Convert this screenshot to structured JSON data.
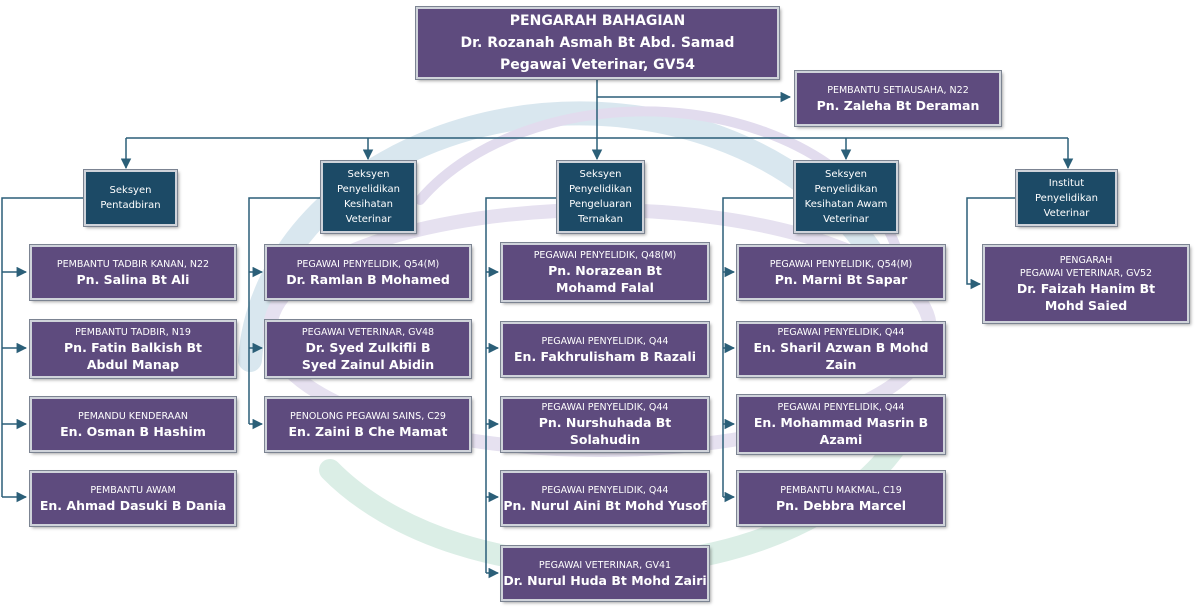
{
  "head": {
    "lines": "PENGARAH BAHAGIAN\nDr. Rozanah Asmah Bt Abd. Samad\nPegawai Veterinar, GV54"
  },
  "assistant": {
    "title": "PEMBANTU SETIAUSAHA, N22",
    "name": "Pn. Zaleha Bt Deraman"
  },
  "sections": [
    {
      "label": "Seksyen\nPentadbiran",
      "staff": [
        {
          "title": "PEMBANTU TADBIR KANAN, N22",
          "name": "Pn. Salina Bt Ali"
        },
        {
          "title": "PEMBANTU TADBIR, N19",
          "name": "Pn. Fatin Balkish Bt\nAbdul Manap"
        },
        {
          "title": "PEMANDU KENDERAAN",
          "name": "En. Osman B Hashim"
        },
        {
          "title": "PEMBANTU AWAM",
          "name": "En. Ahmad Dasuki B Dania"
        }
      ]
    },
    {
      "label": "Seksyen\nPenyelidikan\nKesihatan\nVeterinar",
      "staff": [
        {
          "title": "PEGAWAI PENYELIDIK, Q54(M)",
          "name": "Dr. Ramlan B Mohamed"
        },
        {
          "title": "PEGAWAI VETERINAR, GV48",
          "name": "Dr. Syed Zulkifli B\nSyed Zainul Abidin"
        },
        {
          "title": "PENOLONG PEGAWAI SAINS, C29",
          "name": "En. Zaini B Che Mamat"
        }
      ]
    },
    {
      "label": "Seksyen\nPenyelidikan\nPengeluaran\nTernakan",
      "staff": [
        {
          "title": "PEGAWAI PENYELIDIK, Q48(M)",
          "name": "Pn. Norazean Bt\nMohamd Falal"
        },
        {
          "title": "PEGAWAI PENYELIDIK, Q44",
          "name": "En. Fakhrulisham B Razali"
        },
        {
          "title": "PEGAWAI PENYELIDIK, Q44",
          "name": "Pn. Nurshuhada Bt Solahudin"
        },
        {
          "title": "PEGAWAI PENYELIDIK, Q44",
          "name": "Pn. Nurul Aini Bt Mohd Yusof"
        },
        {
          "title": "PEGAWAI VETERINAR, GV41",
          "name": "Dr. Nurul Huda Bt Mohd Zairi"
        }
      ]
    },
    {
      "label": "Seksyen\nPenyelidikan\nKesihatan Awam\nVeterinar",
      "staff": [
        {
          "title": "PEGAWAI PENYELIDIK, Q54(M)",
          "name": "Pn. Marni Bt Sapar"
        },
        {
          "title": "PEGAWAI PENYELIDIK, Q44",
          "name": "En. Sharil Azwan B Mohd Zain"
        },
        {
          "title": "PEGAWAI PENYELIDIK, Q44",
          "name": "En. Mohammad Masrin B\nAzami"
        },
        {
          "title": "PEMBANTU MAKMAL, C19",
          "name": "Pn. Debbra Marcel"
        }
      ]
    },
    {
      "label": "Institut\nPenyelidikan\nVeterinar",
      "staff": [
        {
          "title": "PENGARAH\nPEGAWAI VETERINAR, GV52",
          "name": "Dr. Faizah Hanim Bt\nMohd Saied"
        }
      ]
    }
  ],
  "colors": {
    "staff_box": "#5e4b7e",
    "section_box": "#1c4a66",
    "connector": "#2b5f78"
  }
}
